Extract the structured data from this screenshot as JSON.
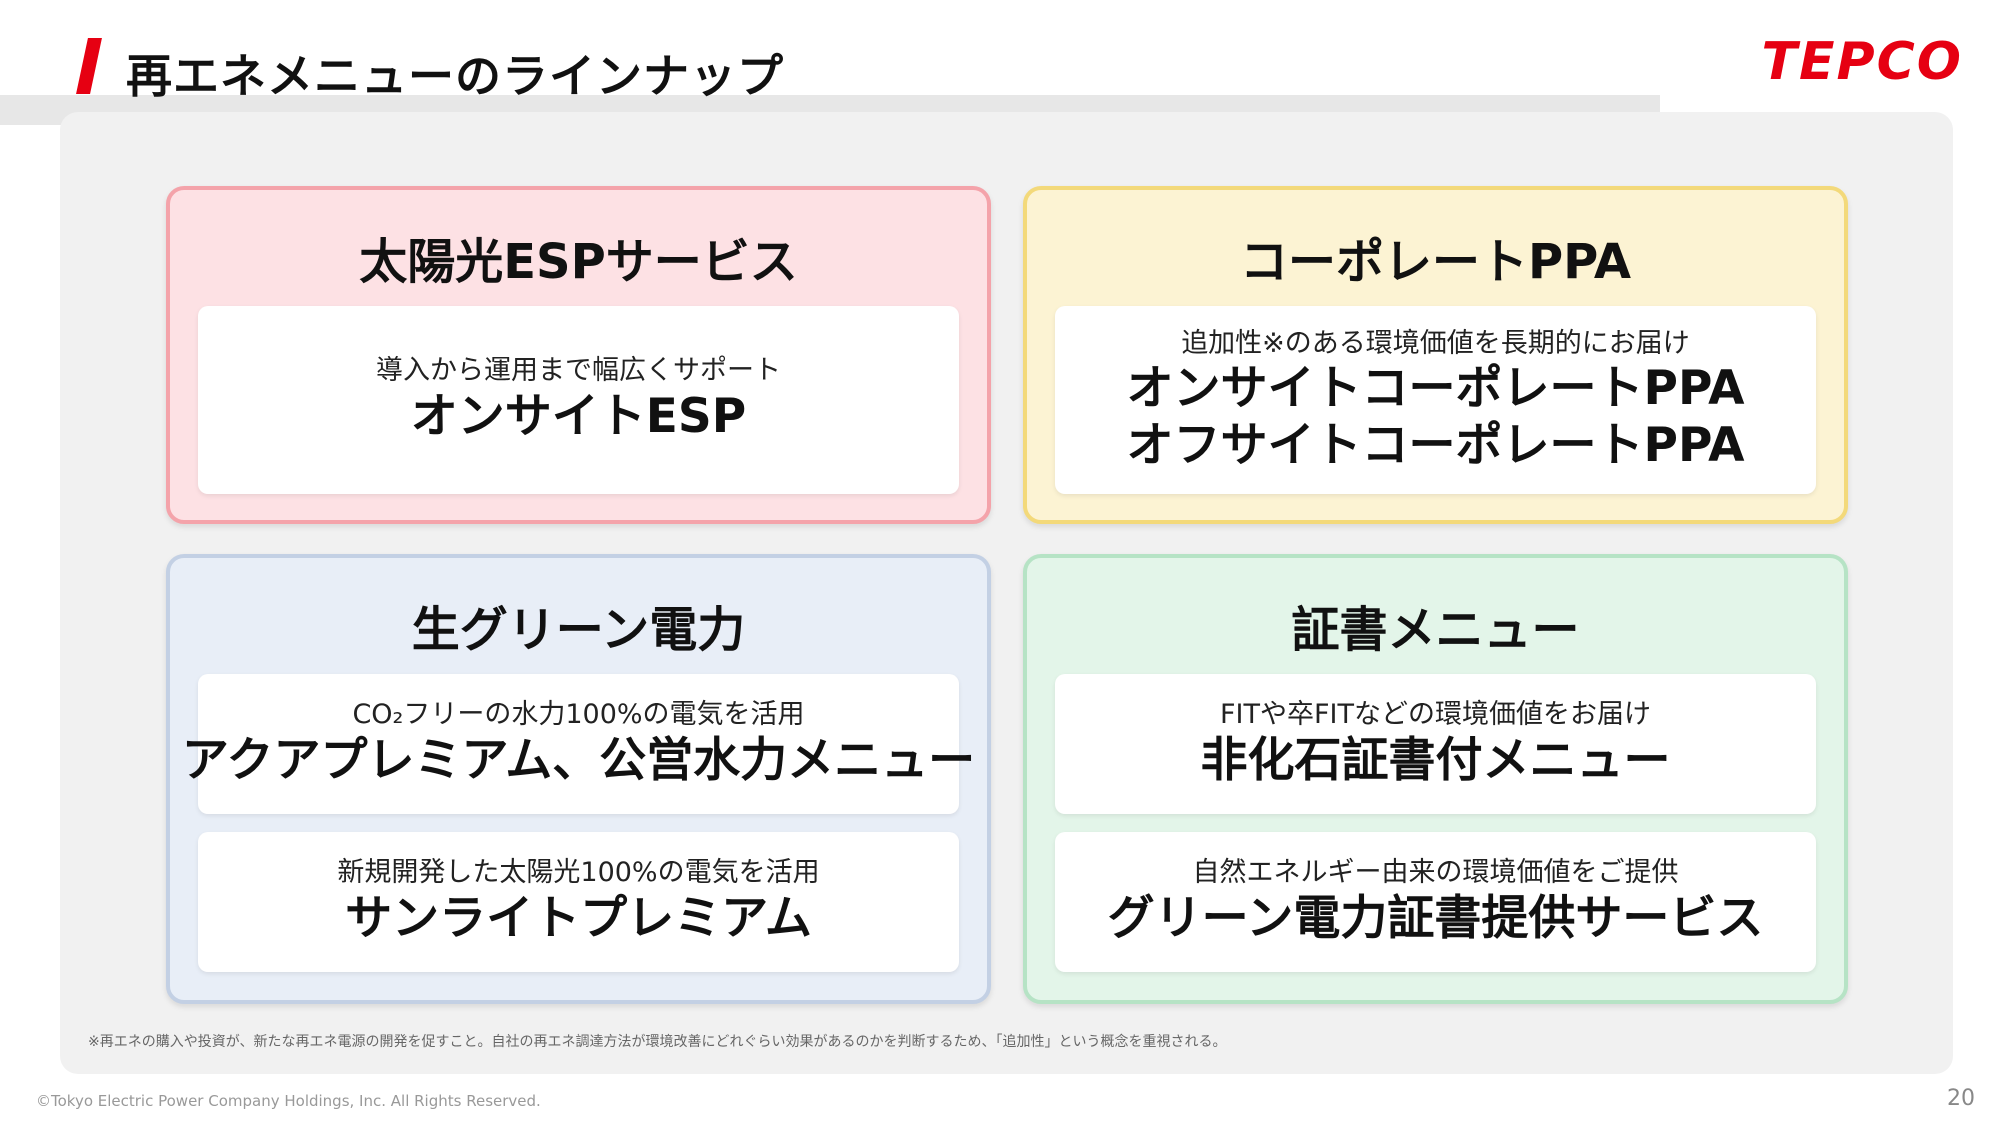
{
  "header": {
    "title": "再エネメニューのラインナップ",
    "logo_text": "TEPCO"
  },
  "cards": [
    {
      "title": "太陽光ESPサービス",
      "boxes": [
        {
          "sub": "導入から運用まで幅広くサポート",
          "main": "オンサイトESP"
        }
      ]
    },
    {
      "title": "コーポレートPPA",
      "boxes": [
        {
          "sub": "追加性※のある環境価値を長期的にお届け",
          "main_lines": [
            "オンサイトコーポレートPPA",
            "オフサイトコーポレートPPA"
          ]
        }
      ]
    },
    {
      "title": "生グリーン電力",
      "boxes": [
        {
          "sub": "CO₂フリーの水力100%の電気を活用",
          "main": "アクアプレミアム、公営水力メニュー"
        },
        {
          "sub": "新規開発した太陽光100%の電気を活用",
          "main": "サンライトプレミアム"
        }
      ]
    },
    {
      "title": "証書メニュー",
      "boxes": [
        {
          "sub": "FITや卒FITなどの環境価値をお届け",
          "main": "非化石証書付メニュー"
        },
        {
          "sub": "自然エネルギー由来の環境価値をご提供",
          "main": "グリーン電力証書提供サービス"
        }
      ]
    }
  ],
  "footnote": "※再エネの購入や投資が、新たな再エネ電源の開発を促すこと。自社の再エネ調達方法が環境改善にどれぐらい効果があるのかを判断するため、「追加性」という概念を重視される。",
  "footer": {
    "copyright": "©Tokyo Electric Power Company Holdings, Inc. All Rights Reserved.",
    "page_number": "20"
  },
  "colors": {
    "brand_red": "#e60012",
    "solar_bg": "#fde1e4",
    "ppa_bg": "#fcf3d3",
    "green_power_bg": "#e8eef7",
    "certificate_bg": "#e3f5e9"
  }
}
